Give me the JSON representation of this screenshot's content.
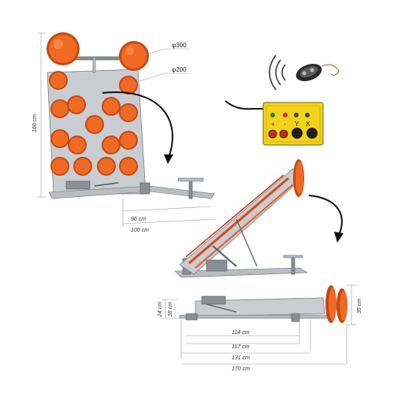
{
  "callouts": {
    "large_lamp_diameter": "φ300",
    "small_lamp_diameter": "φ200"
  },
  "dimensions": {
    "height_upright": "160 cm",
    "frame_width_inner": "96 cm",
    "frame_width_outer": "100 cm",
    "folded_height_top": "24 cm",
    "folded_height_base": "18 cm",
    "folded_height_lamps": "35 cm",
    "length_114": "114 cm",
    "length_117": "117 cm",
    "length_131": "131 cm",
    "length_170": "170 cm"
  },
  "control_panel": {
    "indicator_labels": [
      "+",
      "-",
      "Y",
      "X"
    ]
  },
  "colors": {
    "lamp": "#f06a24",
    "lamp_rim": "#c34a12",
    "control_panel": "#f2d21b",
    "steel": "#b9bcc0"
  },
  "icons": [
    "remote-key-fob-icon",
    "wireless-signal-icon"
  ]
}
